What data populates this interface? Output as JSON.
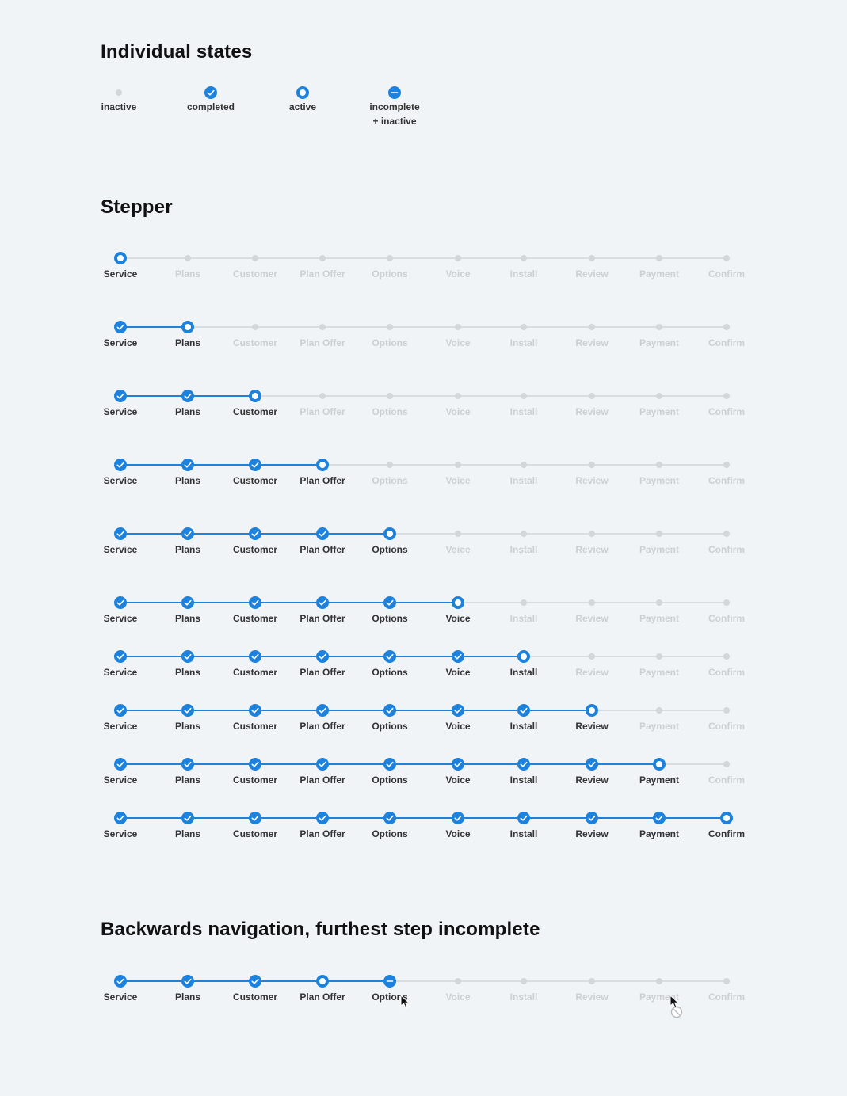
{
  "headings": {
    "states": "Individual states",
    "stepper": "Stepper",
    "backwards": "Backwards navigation, furthest step incomplete"
  },
  "legend": [
    {
      "label": "inactive",
      "state": "inactive"
    },
    {
      "label": "completed",
      "state": "completed"
    },
    {
      "label": "active",
      "state": "active"
    },
    {
      "label": "incomplete\n+ inactive",
      "state": "incomplete"
    }
  ],
  "steps": [
    "Service",
    "Plans",
    "Customer",
    "Plan Offer",
    "Options",
    "Voice",
    "Install",
    "Review",
    "Payment",
    "Confirm"
  ],
  "stepper_examples": [
    {
      "active_index": 0
    },
    {
      "active_index": 1
    },
    {
      "active_index": 2
    },
    {
      "active_index": 3
    },
    {
      "active_index": 4
    },
    {
      "active_index": 5
    },
    {
      "active_index": 6
    },
    {
      "active_index": 7
    },
    {
      "active_index": 8
    },
    {
      "active_index": 9
    }
  ],
  "backwards_example": {
    "states": [
      "completed",
      "completed",
      "completed",
      "active",
      "incomplete",
      "inactive",
      "inactive",
      "inactive",
      "inactive",
      "inactive"
    ],
    "line_reached_index": 4
  },
  "colors": {
    "accent": "#1c82dd",
    "inactive_dot": "#d3d6da",
    "inactive_line": "#d9dce0",
    "inactive_text": "#ccd0d4",
    "background": "#f0f4f7"
  },
  "icons": {
    "completed": "check-icon",
    "incomplete": "minus-icon",
    "pointer": "mouse-pointer-icon",
    "not_allowed": "not-allowed-cursor-icon"
  }
}
